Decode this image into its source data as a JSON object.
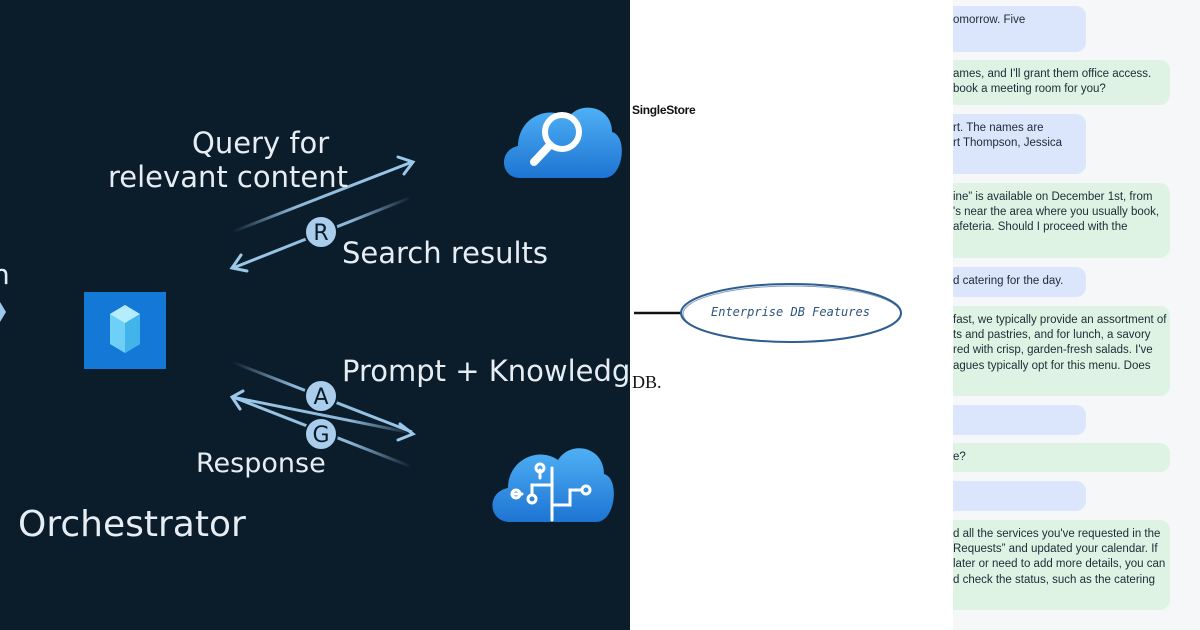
{
  "diagram": {
    "labels": {
      "query": [
        "Query for",
        "relevant content"
      ],
      "search_results": "Search results",
      "prompt_knowledge": "Prompt + Knowledge",
      "response": "Response",
      "orchestrator": "Orchestrator",
      "edge_left_fragment": "n"
    },
    "badges": {
      "r": "R",
      "a": "A",
      "g": "G"
    },
    "icons": [
      "search-cloud-icon",
      "ai-circuit-cloud-icon",
      "orchestrator-cube-icon"
    ],
    "colors": {
      "background": "#0b1c2b",
      "arrow": "#9cc9ea",
      "badge": "#a9cdea",
      "cloud": "#2b8fe0",
      "cube_tile": "#1479d6"
    }
  },
  "mindmap": {
    "logo_text": "SingleStore",
    "node_label": "Enterprise DB Features",
    "fragment_text": "DB.",
    "colors": {
      "node_border": "#2f5d8f",
      "node_text": "#2b5580"
    }
  },
  "chat": {
    "messages": [
      {
        "role": "user",
        "lines": [
          "omorrow. Five"
        ]
      },
      {
        "role": "bot",
        "lines": [
          "ames, and I'll grant them office access.",
          "book a meeting room for you?"
        ]
      },
      {
        "role": "user",
        "lines": [
          "rt. The names are",
          "rt Thompson, Jessica"
        ]
      },
      {
        "role": "bot",
        "lines": [
          "ine” is available on December 1st, from",
          "'s near the area where you usually book,",
          "afeteria. Should I proceed with the"
        ]
      },
      {
        "role": "user",
        "lines": [
          "d catering for the day."
        ]
      },
      {
        "role": "bot",
        "lines": [
          "fast, we typically provide an assortment of",
          "ts and pastries, and for lunch, a savory",
          "red with crisp, garden-fresh salads. I've",
          "agues typically opt for this menu. Does"
        ]
      },
      {
        "role": "user",
        "lines": []
      },
      {
        "role": "bot",
        "lines": [
          "e?"
        ]
      },
      {
        "role": "user",
        "lines": []
      },
      {
        "role": "bot",
        "lines": [
          "d all the services you've requested in the",
          " Requests” and updated your calendar. If",
          " later or need to add more details, you can",
          "d check the status, such as the catering"
        ]
      }
    ],
    "colors": {
      "user_bubble": "#dbe5fb",
      "bot_bubble": "#dff3e4"
    }
  }
}
